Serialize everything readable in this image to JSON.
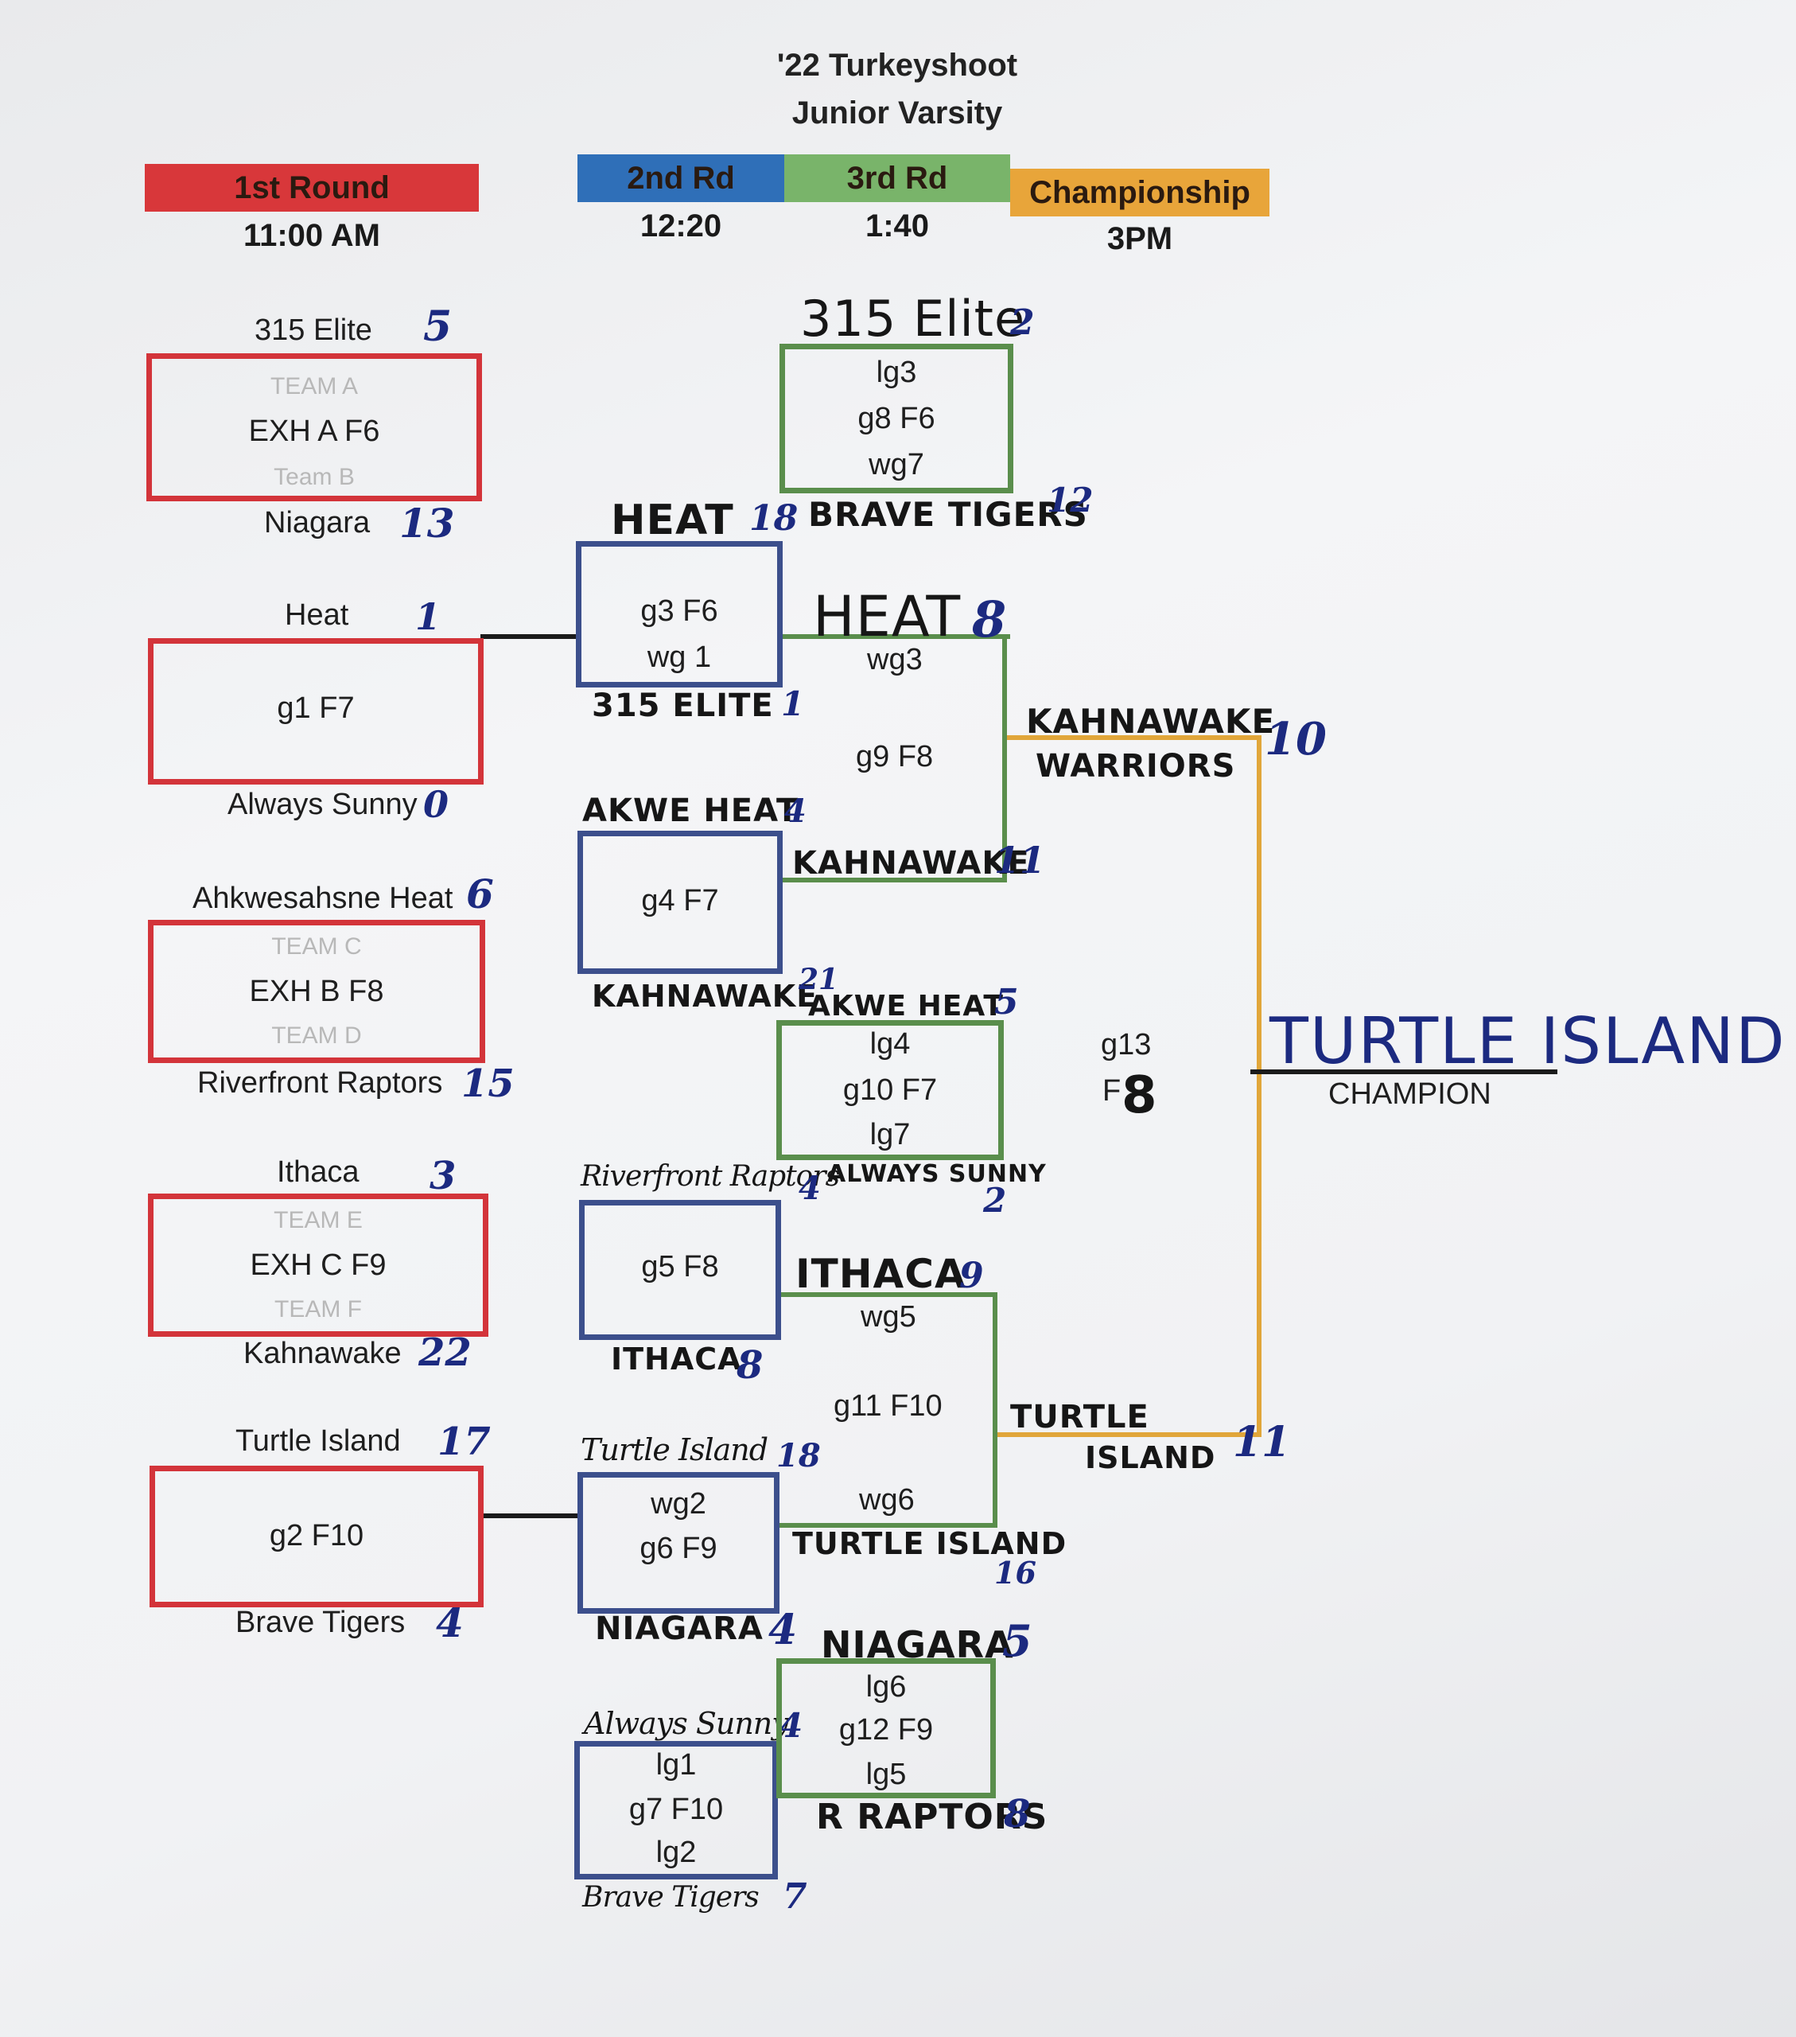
{
  "header": {
    "title_line1": "'22 Turkeyshoot",
    "title_line2": "Junior Varsity"
  },
  "rounds": [
    {
      "label": "1st Round",
      "time": "11:00 AM",
      "color": "#d8373a"
    },
    {
      "label": "2nd Rd",
      "time": "12:20",
      "color": "#2f6fb8"
    },
    {
      "label": "3rd Rd",
      "time": "1:40",
      "color": "#79b46a"
    },
    {
      "label": "Championship",
      "time": "3PM",
      "color": "#e8a53a"
    }
  ],
  "round1": [
    {
      "top_team": "315 Elite",
      "top_score": "5",
      "slot_a": "TEAM A",
      "game": "EXH A F6",
      "slot_b": "Team B",
      "bottom_team": "Niagara",
      "bottom_score": "13"
    },
    {
      "top_team": "Heat",
      "top_score": "1",
      "game": "g1 F7",
      "bottom_team": "Always Sunny",
      "bottom_score": "0"
    },
    {
      "top_team": "Ahkwesahsne Heat",
      "top_score": "6",
      "slot_a": "TEAM C",
      "game": "EXH B F8",
      "slot_b": "TEAM D",
      "bottom_team": "Riverfront Raptors",
      "bottom_score": "15"
    },
    {
      "top_team": "Ithaca",
      "top_score": "3",
      "slot_a": "TEAM E",
      "game": "EXH C F9",
      "slot_b": "TEAM F",
      "bottom_team": "Kahnawake",
      "bottom_score": "22"
    },
    {
      "top_team": "Turtle Island",
      "top_score": "17",
      "game": "g2 F10",
      "bottom_team": "Brave Tigers",
      "bottom_score": "4"
    }
  ],
  "round2": [
    {
      "top_team": "HEAT",
      "top_score": "18",
      "game_line1": "g3 F6",
      "game_line2": "wg 1",
      "bottom_team": "315 ELITE",
      "bottom_score": "1"
    },
    {
      "top_team": "AKWE HEAT",
      "top_score": "4",
      "game_line1": "g4 F7",
      "bottom_team": "KAHNAWAKE",
      "bottom_score": "21"
    },
    {
      "top_team": "Riverfront Raptors",
      "top_score": "4",
      "game_line1": "g5 F8",
      "bottom_team": "ITHACA",
      "bottom_score": "8"
    },
    {
      "top_team": "Turtle Island",
      "top_score": "18",
      "game_line1": "wg2",
      "game_line2": "g6 F9",
      "bottom_team": "NIAGARA",
      "bottom_score": "4"
    },
    {
      "top_team": "Always Sunny",
      "top_score": "4",
      "game_line1": "lg1",
      "game_line2": "g7 F10",
      "game_line3": "lg2",
      "bottom_team": "Brave Tigers",
      "bottom_score": "7"
    }
  ],
  "round3": [
    {
      "top_team": "315 Elite",
      "top_score": "2",
      "line1": "lg3",
      "line2": "g8 F6",
      "line3": "wg7",
      "bottom_team": "BRAVE TIGERS",
      "bottom_score": "12"
    },
    {
      "top_team": "HEAT",
      "top_score": "8",
      "line1": "wg3",
      "line2": "g9 F8",
      "bottom_team": "KAHNAWAKE",
      "bottom_score": "11"
    },
    {
      "top_team": "AKWE HEAT",
      "top_score": "5",
      "line1": "lg4",
      "line2": "g10 F7",
      "line3": "lg7",
      "bottom_team": "ALWAYS SUNNY",
      "bottom_score": "2"
    },
    {
      "top_team": "ITHACA",
      "top_score": "9",
      "line1": "wg5",
      "line2": "g11 F10",
      "line3": "wg6",
      "bottom_team": "TURTLE ISLAND",
      "bottom_score": "16"
    },
    {
      "top_team": "NIAGARA",
      "top_score": "5",
      "line1": "lg6",
      "line2": "g12 F9",
      "line3": "lg5",
      "bottom_team": "R RAPTORS",
      "bottom_score": "8"
    }
  ],
  "championship": {
    "top_team_line1": "KAHNAWAKE",
    "top_team_line2": "WARRIORS",
    "top_score": "10",
    "bottom_team_line1": "TURTLE",
    "bottom_team_line2": "ISLAND",
    "bottom_score": "11",
    "game": "g13",
    "field": "F",
    "field_overwrite": "8",
    "champion_name": "TURTLE ISLAND",
    "champion_label": "CHAMPION"
  }
}
